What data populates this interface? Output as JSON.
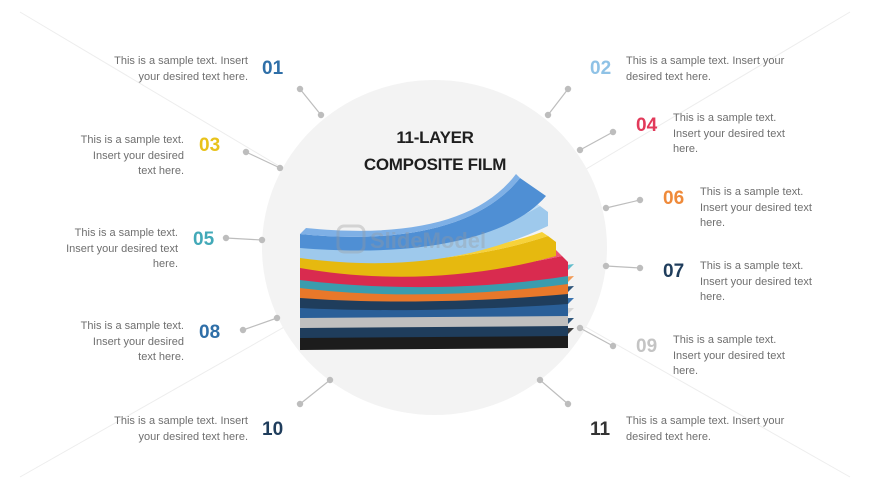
{
  "title": {
    "line1": "11-LAYER",
    "line2": "COMPOSITE FILM"
  },
  "watermark": "SlideModel",
  "items": [
    {
      "num": "01",
      "color": "#2f6fa8",
      "text": "This is a sample text. Insert your desired text here."
    },
    {
      "num": "02",
      "color": "#8fc2e6",
      "text": "This is a sample text. Insert your desired text here."
    },
    {
      "num": "03",
      "color": "#e8c21b",
      "text": "This is a sample text. Insert your desired text here."
    },
    {
      "num": "04",
      "color": "#e23a5a",
      "text": "This is a sample text. Insert your desired text here."
    },
    {
      "num": "05",
      "color": "#42a9b8",
      "text": "This is a sample text. Insert your desired text here."
    },
    {
      "num": "06",
      "color": "#ef8a3a",
      "text": "This is a sample text. Insert your desired text here."
    },
    {
      "num": "07",
      "color": "#1f3d5c",
      "text": "This is a sample text. Insert your desired text here."
    },
    {
      "num": "08",
      "color": "#2f6fa8",
      "text": "This is a sample text. Insert your desired text here."
    },
    {
      "num": "09",
      "color": "#c4c4c4",
      "text": "This is a sample text. Insert your desired text here."
    },
    {
      "num": "10",
      "color": "#1f3d5c",
      "text": "This is a sample text. Insert your desired text here."
    },
    {
      "num": "11",
      "color": "#333333",
      "text": "This is a sample text. Insert your desired text here."
    }
  ]
}
